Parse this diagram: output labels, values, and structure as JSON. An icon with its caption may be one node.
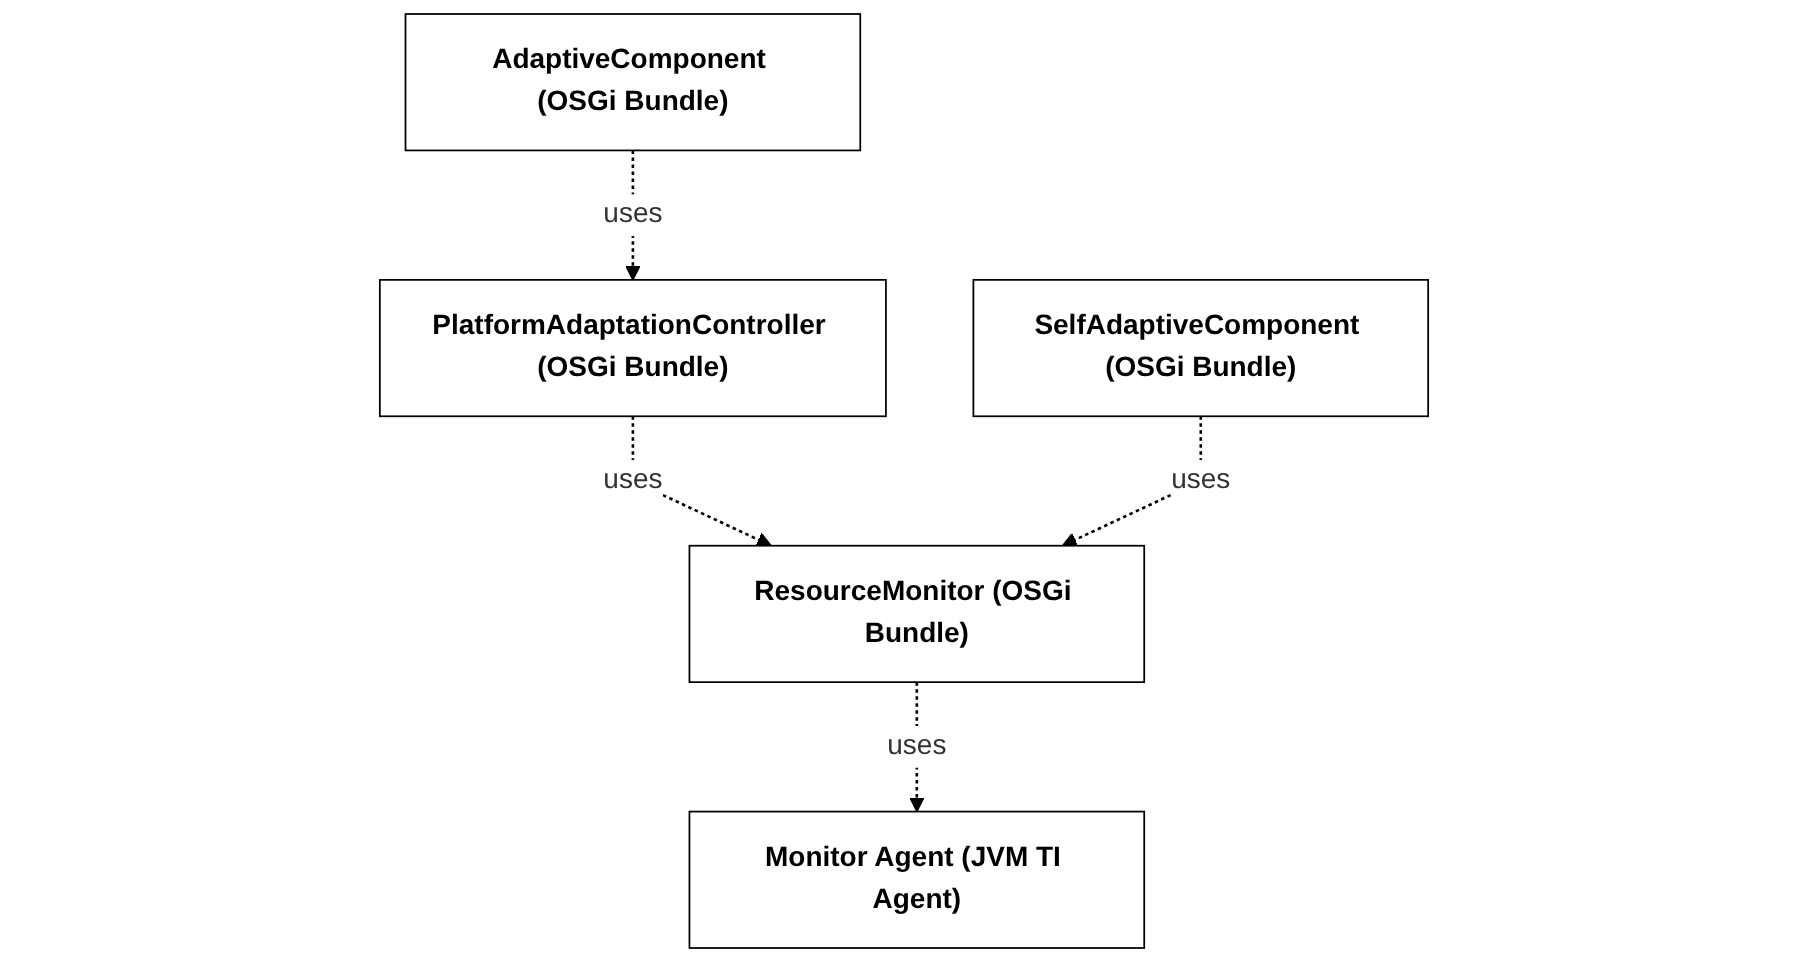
{
  "diagram": {
    "nodes": [
      {
        "text": [
          "AdaptiveComponent (OSGi Bundle)"
        ]
      },
      {
        "text": [
          "PlatformAdaptationController (OSGi Bundle)"
        ]
      },
      {
        "text": [
          "ResourceMonitor (OSGi Bundle)"
        ]
      },
      {
        "text": [
          "SelfAdaptiveComponent (OSGi Bundle)"
        ]
      },
      {
        "text": [
          "Monitor Agent (JVM TI Agent)"
        ]
      }
    ],
    "edges": [
      {
        "from": 0,
        "to": 1,
        "arrow": "to",
        "label": "uses",
        "style": "dashed"
      },
      {
        "from": 1,
        "to": 2,
        "arrow": "to",
        "label": "uses",
        "style": "dashed"
      },
      {
        "from": 3,
        "to": 2,
        "arrow": "to",
        "label": "uses",
        "style": "dashed"
      },
      {
        "from": 2,
        "to": 4,
        "arrow": "to",
        "label": "uses",
        "style": "dashed"
      }
    ]
  }
}
